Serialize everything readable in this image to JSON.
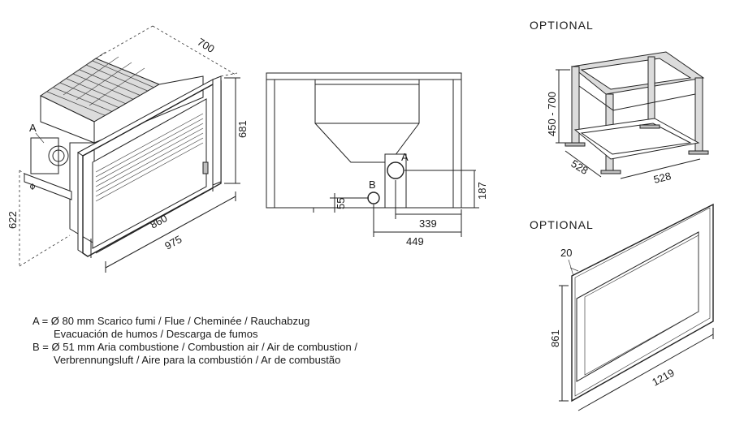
{
  "optional_labels": [
    "OPTIONAL",
    "OPTIONAL"
  ],
  "fireplace": {
    "label_a": "A",
    "dim_depth": "700",
    "dim_height": "681",
    "dim_side": "622",
    "dim_front": "860",
    "dim_total": "975"
  },
  "front_view": {
    "label_a": "A",
    "label_b": "B",
    "dim_b_height": "55",
    "dim_a_height": "187",
    "dim_a_offset": "339",
    "dim_b_offset": "449"
  },
  "stand": {
    "dim_height": "450 - 700",
    "dim_width": "528",
    "dim_depth": "528"
  },
  "frame": {
    "dim_border": "20",
    "dim_height": "861",
    "dim_width": "1219"
  },
  "legend": {
    "line_a1": "A = Ø 80 mm  Scarico fumi / Flue / Cheminée / Rauchabzug",
    "line_a2": "Evacuación de humos / Descarga de fumos",
    "line_b1": "B = Ø 51 mm  Aria combustione / Combustion air / Air de combustion /",
    "line_b2": "Verbrennungsluft  / Aire para la combustión / Ar de combustão"
  }
}
